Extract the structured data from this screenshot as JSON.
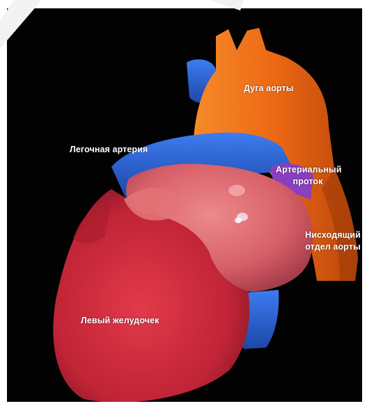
{
  "labels": {
    "aortic_arch": "Дуга аорты",
    "pulmonary_artery": "Легочная артерия",
    "ductus_line1": "Артериальный",
    "ductus_line2": "проток",
    "descending_line1": "Нисходящий",
    "descending_line2": "отдел аорты",
    "left_ventricle": "Левый желудочек"
  },
  "colors": {
    "background": "#020202",
    "aorta": "#ef6a12",
    "pulmonary_artery": "#2a63d6",
    "ductus": "#8a3fc0",
    "left_ventricle": "#c92a3c",
    "left_atrium": "#d9636a",
    "text": "#ffffff"
  }
}
